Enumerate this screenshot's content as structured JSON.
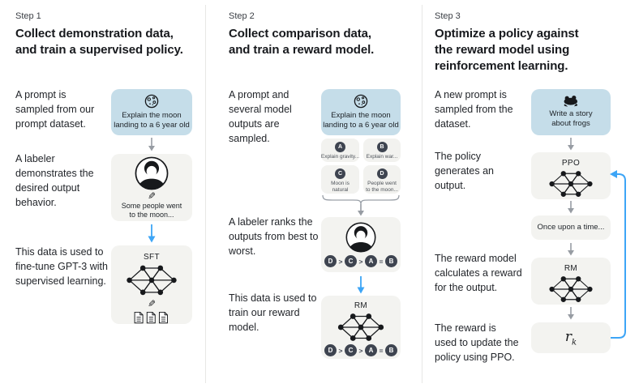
{
  "palette": {
    "prompt_box_bg": "#c5dde9",
    "panel_bg": "#f3f3f0",
    "dark_badge": "#3e4450",
    "blue_arrow": "#3da5f6",
    "gray_arrow": "#979ca3",
    "divider": "#e7e7e5",
    "heading_text": "#17191d",
    "body_text": "#23262b",
    "card_text": "#4e535a"
  },
  "icons": {
    "moon-icon": "svg: circle moon with craters",
    "frog-icon": "svg: black frog silhouette",
    "labeler-avatar-icon": "svg: person with dark hair in circle",
    "pencil-icon": "✎",
    "documents-icon": "svg: three pages with text lines",
    "neural-network-icon": "svg: seven-node neural net",
    "down-arrow-icon": "↓",
    "feedback-loop-arrow-icon": "svg: blue loop from reward back to policy"
  },
  "step1": {
    "label": "Step 1",
    "heading_lines": [
      "Collect demonstration data,",
      "and train a supervised policy."
    ],
    "captions": [
      "A prompt is sampled from our prompt dataset.",
      "A labeler demonstrates the desired output behavior.",
      "This data is used to fine-tune GPT-3 with supervised learning."
    ],
    "prompt_lines": [
      "Explain the moon",
      "landing to a 6 year old"
    ],
    "labeler_output_lines": [
      "Some people went",
      "to the moon..."
    ],
    "model_label": "SFT"
  },
  "step2": {
    "label": "Step 2",
    "heading_lines": [
      "Collect comparison data,",
      "and train a reward model."
    ],
    "captions": [
      "A prompt and several model outputs are sampled.",
      "A labeler ranks the outputs from best to worst.",
      "This data is used to train our reward model."
    ],
    "prompt_lines": [
      "Explain the moon",
      "landing to a 6 year old"
    ],
    "answers": [
      {
        "letter": "A",
        "text": "Explain gravity..."
      },
      {
        "letter": "B",
        "text": "Explain war..."
      },
      {
        "letter": "C",
        "text": "Moon is natural satellite of..."
      },
      {
        "letter": "D",
        "text": "People went to the moon..."
      }
    ],
    "ranking": {
      "letters": [
        "D",
        "C",
        "A",
        "B"
      ],
      "separators": [
        ">",
        ">",
        "="
      ]
    },
    "model_label": "RM"
  },
  "step3": {
    "label": "Step 3",
    "heading_lines": [
      "Optimize a policy against",
      "the reward model using",
      "reinforcement learning."
    ],
    "captions": [
      "A new prompt is sampled from the dataset.",
      "The policy generates an output.",
      "The reward model calculates a reward for the output.",
      "The reward is used to update the policy using PPO."
    ],
    "prompt_lines": [
      "Write a story",
      "about frogs"
    ],
    "policy_label": "PPO",
    "output_text": "Once upon a time...",
    "model_label": "RM",
    "reward": {
      "base": "r",
      "subscript": "k"
    }
  }
}
